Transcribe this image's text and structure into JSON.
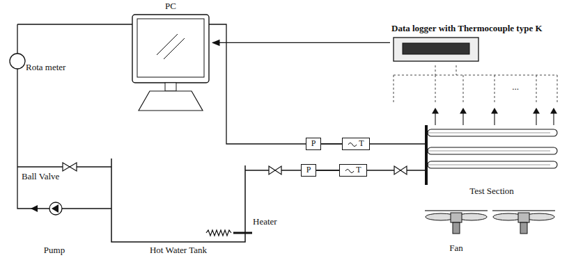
{
  "diagram": {
    "nodes": [
      {
        "text": [
          "PC"
        ]
      },
      {
        "text": [
          "Data logger with Thermocouple type K"
        ]
      },
      {
        "text": [
          "P"
        ]
      },
      {
        "text": [
          "T"
        ]
      },
      {
        "text": [
          "P"
        ]
      },
      {
        "text": [
          "T"
        ]
      }
    ],
    "edges": [
      {
        "from": 1,
        "to": 0,
        "arrow": "to"
      },
      {
        "from": 2,
        "to": 3,
        "arrow": "none"
      },
      {
        "from": 4,
        "to": 5,
        "arrow": "none"
      }
    ],
    "labels": [
      "Rota meter",
      "Ball Valve",
      "Pump",
      "Hot Water Tank",
      "Heater",
      "Test Section",
      "Fan",
      "..."
    ]
  }
}
